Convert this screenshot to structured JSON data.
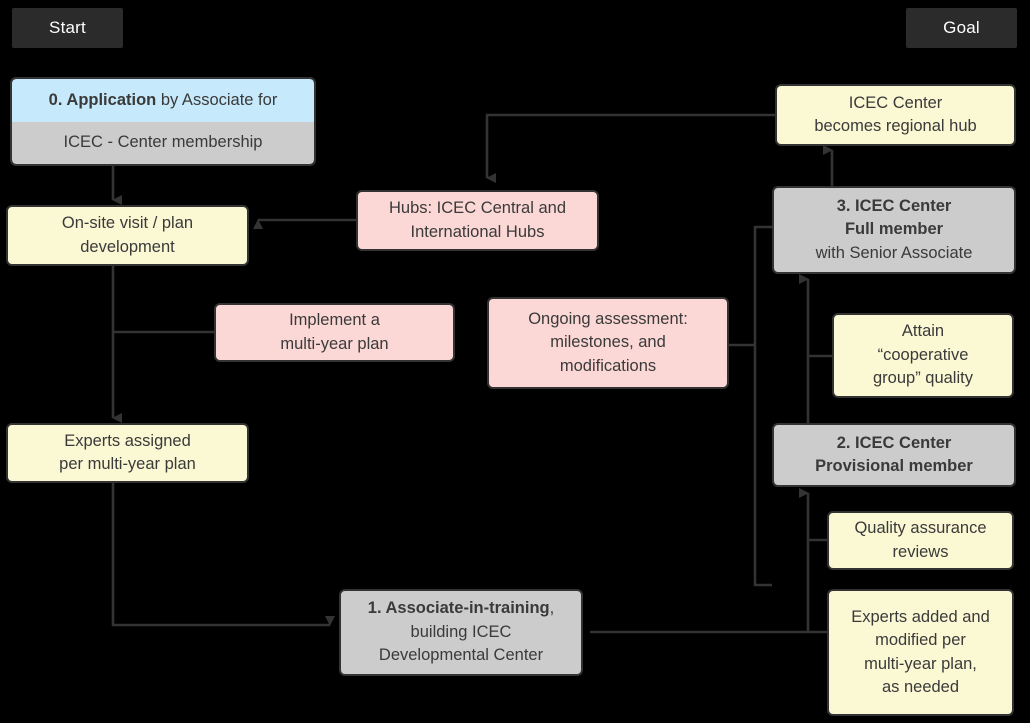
{
  "diagram": {
    "title": "ICEC Center membership pathway flowchart",
    "background": "#000000",
    "palette": {
      "yellow": "#fbf8d4",
      "pink": "#fbd7d5",
      "gray": "#cccccc",
      "blue": "#c6e9fb",
      "stroke": "#333333",
      "text": "#3a3a3a",
      "tag_bg": "#2b2b2b",
      "tag_text": "#ffffff"
    }
  },
  "tags": {
    "start": "Start",
    "goal": "Goal"
  },
  "nodes": {
    "application": {
      "line1_bold": "0. Application",
      "line1_rest": " by Associate for",
      "line2": "ICEC - Center membership"
    },
    "onsite_visit": {
      "line1": "On-site visit / plan",
      "line2": "development"
    },
    "hubs": {
      "line1": "Hubs: ICEC Central and",
      "line2": "International Hubs"
    },
    "implement_plan": {
      "line1": "Implement a",
      "line2": "multi-year plan"
    },
    "ongoing_assessment": {
      "line1": "Ongoing assessment:",
      "line2": "milestones, and",
      "line3": "modifications"
    },
    "experts_assigned": {
      "line1": "Experts assigned",
      "line2": "per multi-year plan"
    },
    "associate_in_training": {
      "line1_bold": "1. Associate-in-training",
      "line1_rest": ",",
      "line2": "building ICEC",
      "line3": "Developmental Center"
    },
    "regional_hub": {
      "line1": "ICEC Center",
      "line2": "becomes regional hub"
    },
    "full_member": {
      "line1": "3. ICEC Center",
      "line2": "Full member",
      "line3": "with Senior Associate"
    },
    "cooperative_group": {
      "line1": "Attain",
      "line2": "“cooperative",
      "line3": "group” quality"
    },
    "provisional_member": {
      "line1": "2. ICEC Center",
      "line2": "Provisional member"
    },
    "quality_assurance": {
      "line1": "Quality assurance",
      "line2": "reviews"
    },
    "experts_added": {
      "line1": "Experts added and",
      "line2": "modified per",
      "line3": "multi-year plan,",
      "line4": "as needed"
    }
  }
}
